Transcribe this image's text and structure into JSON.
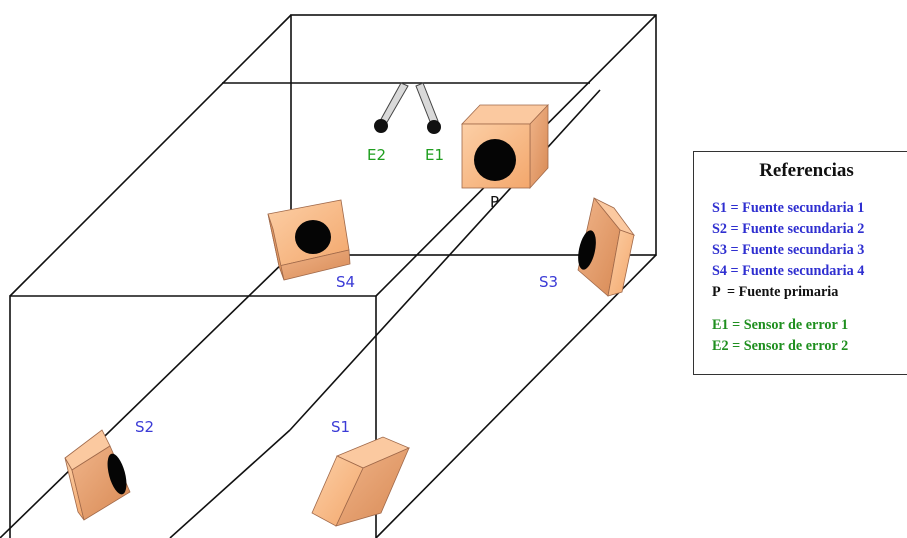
{
  "labels": {
    "primary": "P",
    "s1": "S1",
    "s2": "S2",
    "s3": "S3",
    "s4": "S4",
    "e1": "E1",
    "e2": "E2"
  },
  "legend": {
    "title": "Referencias",
    "items": [
      "S1 = Fuente secundaria 1",
      "S2 = Fuente secundaria 2",
      "S3 = Fuente secundaria 3",
      "S4 = Fuente secundaria 4",
      "P  = Fuente primaria",
      "E1 = Sensor de error 1",
      "E2 = Sensor de error 2"
    ]
  },
  "colors": {
    "source_blue": "#3b3bd6",
    "sensor_green": "#1f9e1f",
    "primary_black": "#111111",
    "speaker_front": "#f9b784",
    "speaker_side": "#e59a62"
  }
}
